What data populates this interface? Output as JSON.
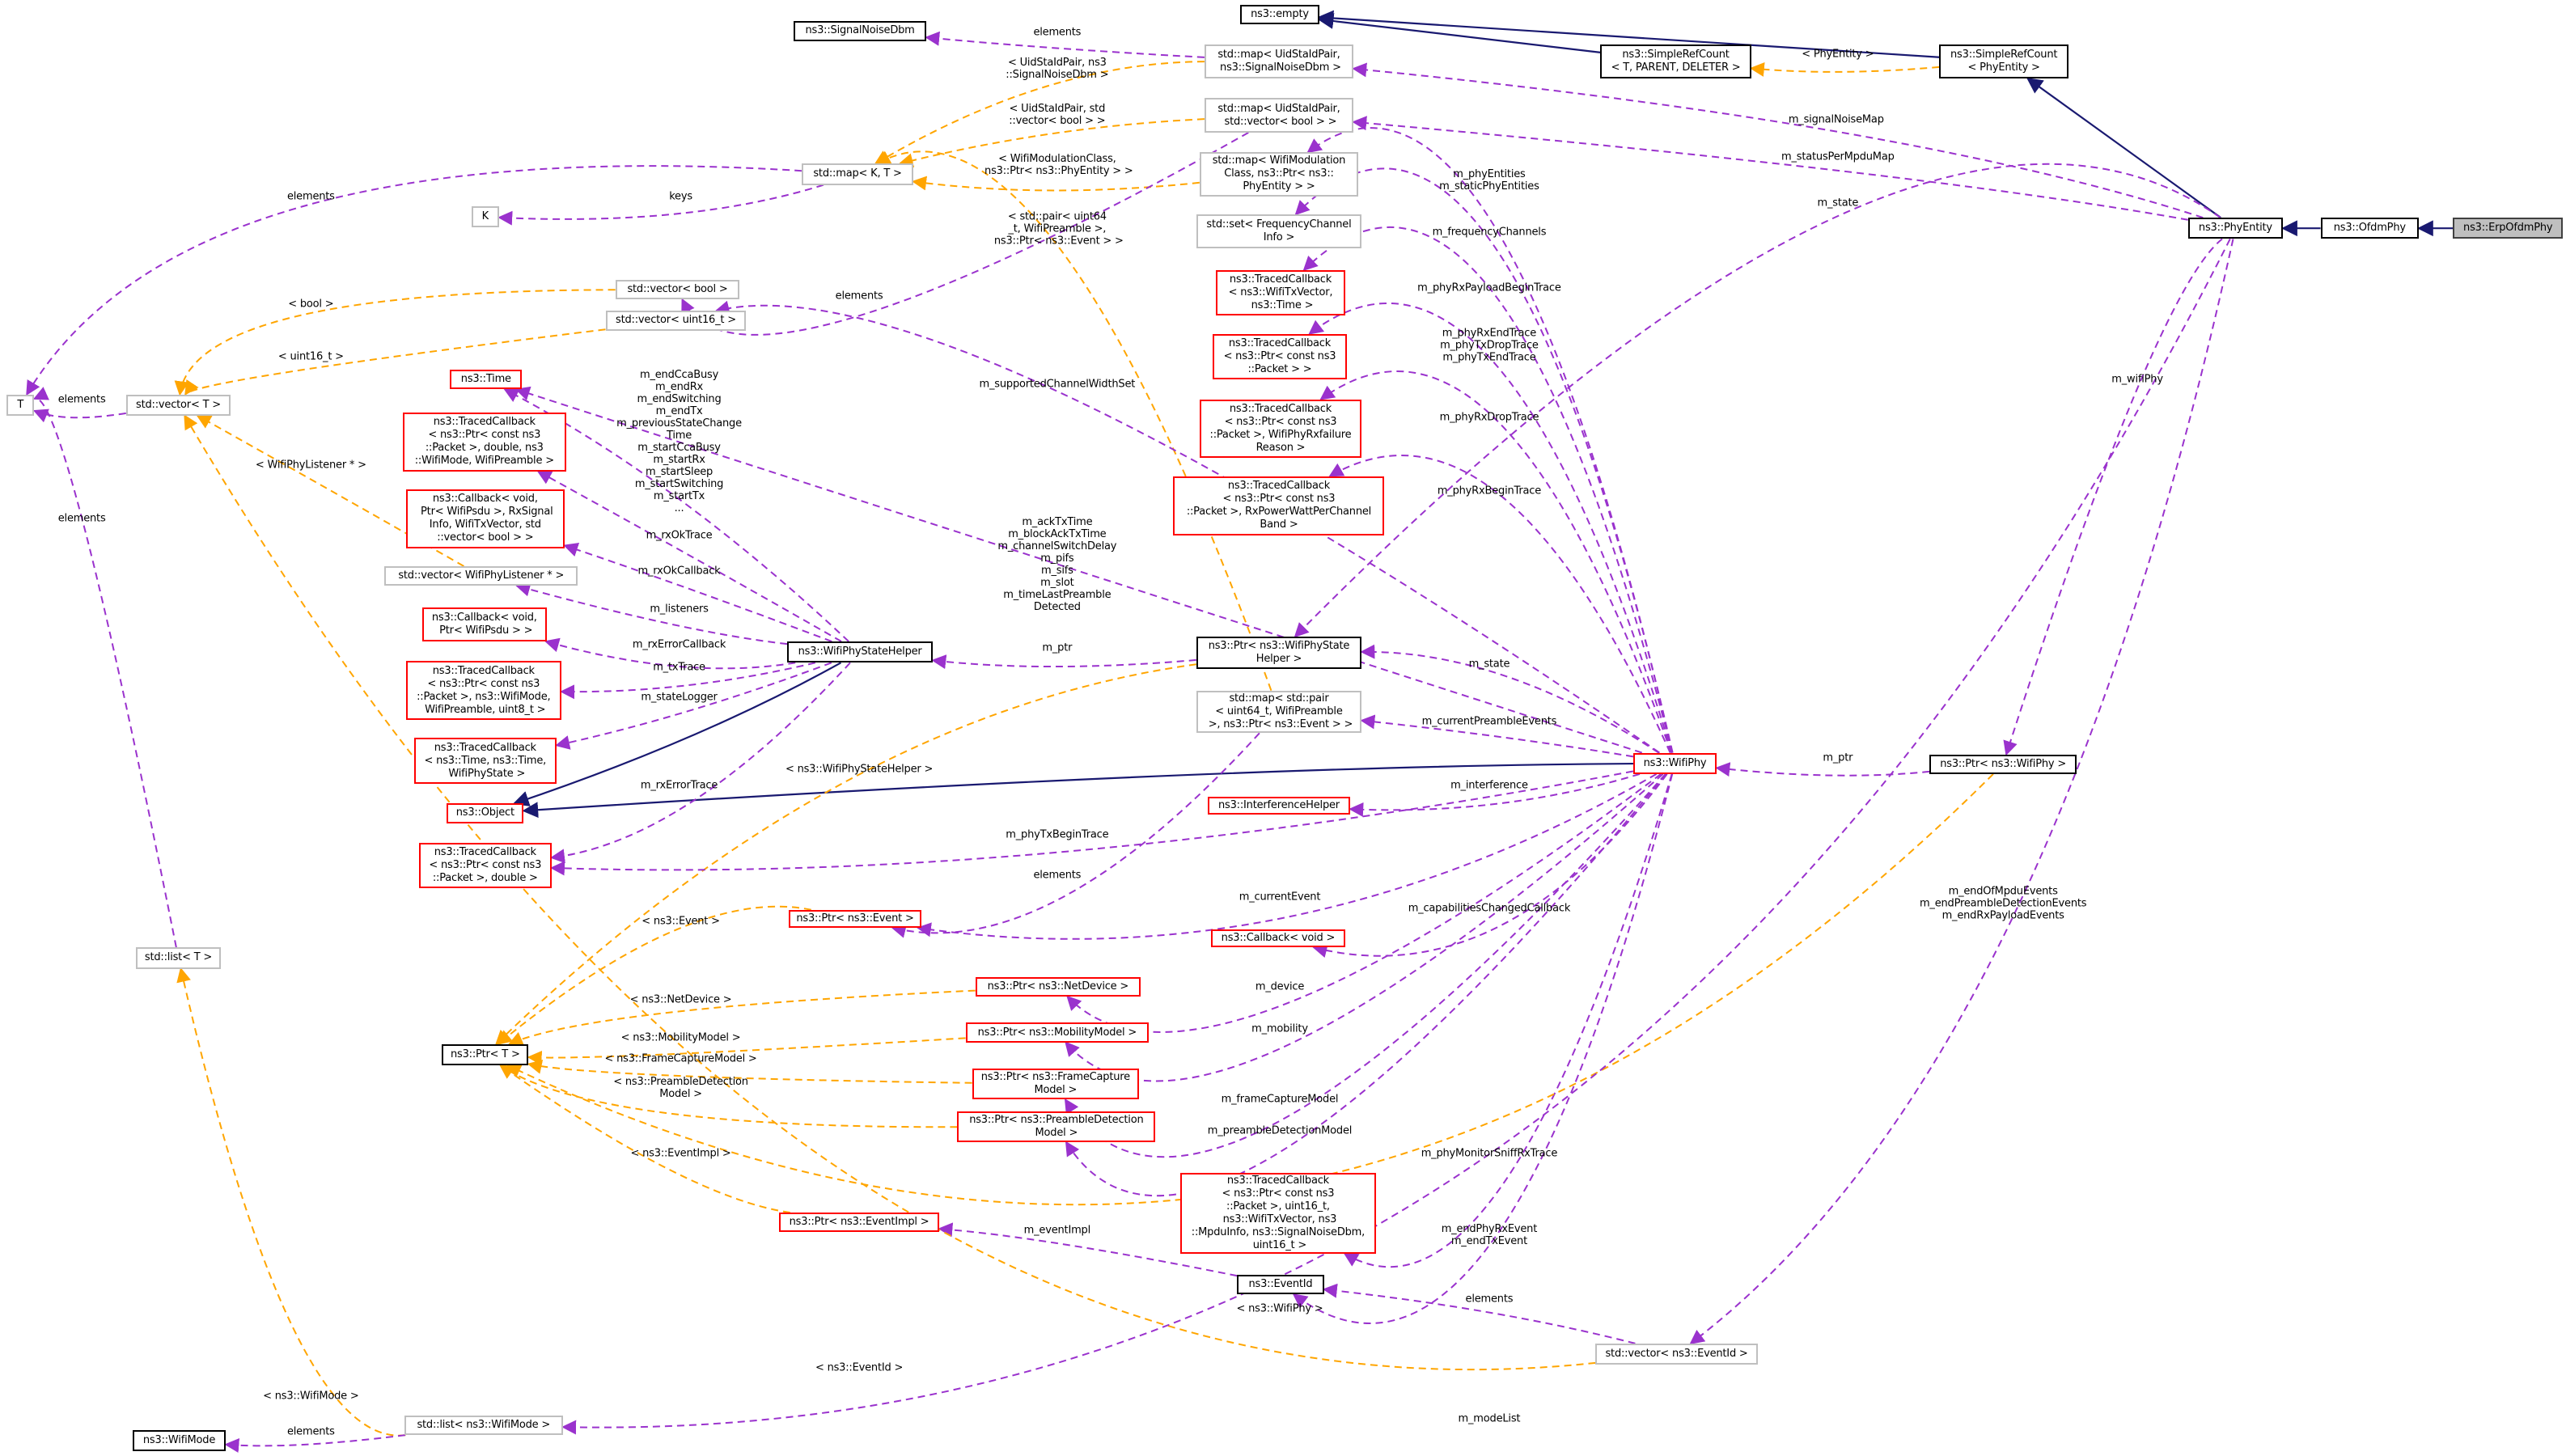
{
  "colors": {
    "inherit": "#191970",
    "member": "#9a32cd",
    "template": "#ffa500",
    "documented": "#000000",
    "undocumented": "#ff0000",
    "external": "#bfbfbf",
    "selected": "#bfbfbf"
  },
  "nodes": [
    {
      "id": "empty",
      "label": "ns3::empty",
      "style": "black"
    },
    {
      "id": "snd",
      "label": "ns3::SignalNoiseDbm",
      "style": "black"
    },
    {
      "id": "src_t",
      "label": "ns3::SimpleRefCount\n< T, PARENT, DELETER >",
      "style": "black"
    },
    {
      "id": "src_pe",
      "label": "ns3::SimpleRefCount\n< PhyEntity >",
      "style": "black"
    },
    {
      "id": "map_snd",
      "label": "std::map< UidStaIdPair,\n ns3::SignalNoiseDbm >",
      "style": "gray"
    },
    {
      "id": "map_vb",
      "label": "std::map< UidStaIdPair,\n std::vector< bool > >",
      "style": "gray"
    },
    {
      "id": "map_kt",
      "label": "std::map< K, T >",
      "style": "gray"
    },
    {
      "id": "k",
      "label": "K",
      "style": "gray"
    },
    {
      "id": "map_wmc",
      "label": "std::map< WifiModulation\nClass, ns3::Ptr< ns3::\nPhyEntity > >",
      "style": "gray"
    },
    {
      "id": "set_fci",
      "label": "std::set< FrequencyChannel\nInfo >",
      "style": "gray"
    },
    {
      "id": "tc_txv",
      "label": "ns3::TracedCallback\n< ns3::WifiTxVector,\n ns3::Time >",
      "style": "red"
    },
    {
      "id": "tc_pkt",
      "label": "ns3::TracedCallback\n< ns3::Ptr< const ns3\n::Packet > >",
      "style": "red"
    },
    {
      "id": "tc_fail",
      "label": "ns3::TracedCallback\n< ns3::Ptr< const ns3\n::Packet >, WifiPhyRxfailure\nReason >",
      "style": "red"
    },
    {
      "id": "tc_pow",
      "label": "ns3::TracedCallback\n< ns3::Ptr< const ns3\n::Packet >, RxPowerWattPerChannel\nBand >",
      "style": "red"
    },
    {
      "id": "vec_bool",
      "label": "std::vector< bool >",
      "style": "gray"
    },
    {
      "id": "vec_u16",
      "label": "std::vector< uint16_t >",
      "style": "gray"
    },
    {
      "id": "time",
      "label": "ns3::Time",
      "style": "red"
    },
    {
      "id": "t",
      "label": "T",
      "style": "gray"
    },
    {
      "id": "vec_t",
      "label": "std::vector< T >",
      "style": "gray"
    },
    {
      "id": "tc_rxok",
      "label": "ns3::TracedCallback\n< ns3::Ptr< const ns3\n::Packet >, double, ns3\n::WifiMode, WifiPreamble >",
      "style": "red"
    },
    {
      "id": "cb_rxok",
      "label": "ns3::Callback< void,\n Ptr< WifiPsdu >, RxSignal\nInfo, WifiTxVector, std\n::vector< bool > >",
      "style": "red"
    },
    {
      "id": "vec_lst",
      "label": "std::vector< WifiPhyListener * >",
      "style": "gray"
    },
    {
      "id": "cb_err",
      "label": "ns3::Callback< void,\n Ptr< WifiPsdu > >",
      "style": "red"
    },
    {
      "id": "tc_tx",
      "label": "ns3::TracedCallback\n< ns3::Ptr< const ns3\n::Packet >, ns3::WifiMode,\n WifiPreamble, uint8_t >",
      "style": "red"
    },
    {
      "id": "tc_state",
      "label": "ns3::TracedCallback\n< ns3::Time, ns3::Time,\n WifiPhyState >",
      "style": "red"
    },
    {
      "id": "object",
      "label": "ns3::Object",
      "style": "red"
    },
    {
      "id": "tc_pd",
      "label": "ns3::TracedCallback\n< ns3::Ptr< const ns3\n::Packet >, double >",
      "style": "red"
    },
    {
      "id": "wpsh",
      "label": "ns3::WifiPhyStateHelper",
      "style": "black"
    },
    {
      "id": "ptr_wpsh",
      "label": "ns3::Ptr< ns3::WifiPhyState\nHelper >",
      "style": "black"
    },
    {
      "id": "map_pair",
      "label": "std::map< std::pair\n< uint64_t, WifiPreamble\n >, ns3::Ptr< ns3::Event > >",
      "style": "gray"
    },
    {
      "id": "wifiphy",
      "label": "ns3::WifiPhy",
      "style": "red"
    },
    {
      "id": "ptr_wifiphy",
      "label": "ns3::Ptr< ns3::WifiPhy >",
      "style": "black"
    },
    {
      "id": "ih",
      "label": "ns3::InterferenceHelper",
      "style": "red"
    },
    {
      "id": "ptr_event",
      "label": "ns3::Ptr< ns3::Event >",
      "style": "red"
    },
    {
      "id": "cb_void",
      "label": "ns3::Callback< void >",
      "style": "red"
    },
    {
      "id": "ptr_nd",
      "label": "ns3::Ptr< ns3::NetDevice >",
      "style": "red"
    },
    {
      "id": "ptr_mm",
      "label": "ns3::Ptr< ns3::MobilityModel >",
      "style": "red"
    },
    {
      "id": "ptr_t",
      "label": "ns3::Ptr< T >",
      "style": "black"
    },
    {
      "id": "ptr_fcm",
      "label": "ns3::Ptr< ns3::FrameCapture\nModel >",
      "style": "red"
    },
    {
      "id": "ptr_pdm",
      "label": "ns3::Ptr< ns3::PreambleDetection\nModel >",
      "style": "red"
    },
    {
      "id": "tc_sniff",
      "label": "ns3::TracedCallback\n< ns3::Ptr< const ns3\n::Packet >, uint16_t,\n ns3::WifiTxVector, ns3\n::MpduInfo, ns3::SignalNoiseDbm,\n uint16_t >",
      "style": "red"
    },
    {
      "id": "ptr_ei",
      "label": "ns3::Ptr< ns3::EventImpl >",
      "style": "red"
    },
    {
      "id": "eventid",
      "label": "ns3::EventId",
      "style": "black"
    },
    {
      "id": "vec_eid",
      "label": "std::vector< ns3::EventId >",
      "style": "gray"
    },
    {
      "id": "list_t",
      "label": "std::list< T >",
      "style": "gray"
    },
    {
      "id": "list_wm",
      "label": "std::list< ns3::WifiMode >",
      "style": "gray"
    },
    {
      "id": "wifimode",
      "label": "ns3::WifiMode",
      "style": "black"
    },
    {
      "id": "phyentity",
      "label": "ns3::PhyEntity",
      "style": "black"
    },
    {
      "id": "ofdmphy",
      "label": "ns3::OfdmPhy",
      "style": "black"
    },
    {
      "id": "erpofdmphy",
      "label": "ns3::ErpOfdmPhy",
      "style": "selected"
    }
  ],
  "edges": [
    {
      "from": "ofdmphy",
      "to": "phyentity",
      "label": "",
      "kind": "inherit"
    },
    {
      "from": "erpofdmphy",
      "to": "ofdmphy",
      "label": "",
      "kind": "inherit"
    },
    {
      "from": "phyentity",
      "to": "src_pe",
      "label": "",
      "kind": "inherit"
    },
    {
      "from": "src_pe",
      "to": "empty",
      "label": "",
      "kind": "inherit"
    },
    {
      "from": "src_t",
      "to": "empty",
      "label": "",
      "kind": "inherit"
    },
    {
      "from": "src_pe",
      "to": "src_t",
      "label": "< PhyEntity >",
      "kind": "template"
    },
    {
      "from": "phyentity",
      "to": "map_snd",
      "label": "m_signalNoiseMap",
      "kind": "member"
    },
    {
      "from": "phyentity",
      "to": "map_vb",
      "label": "m_statusPerMpduMap",
      "kind": "member"
    },
    {
      "from": "wifiphy",
      "to": "map_wmc",
      "label": "m_phyEntities\nm_staticPhyEntities",
      "kind": "member"
    },
    {
      "from": "phyentity",
      "to": "ptr_wpsh",
      "label": "m_state",
      "kind": "member"
    },
    {
      "from": "wifiphy",
      "to": "set_fci",
      "label": "m_frequencyChannels",
      "kind": "member"
    },
    {
      "from": "wifiphy",
      "to": "tc_txv",
      "label": "m_phyRxPayloadBeginTrace",
      "kind": "member"
    },
    {
      "from": "wifiphy",
      "to": "tc_pkt",
      "label": "m_phyRxEndTrace\nm_phyTxDropTrace\nm_phyTxEndTrace",
      "kind": "member"
    },
    {
      "from": "wifiphy",
      "to": "tc_fail",
      "label": "m_phyRxDropTrace",
      "kind": "member"
    },
    {
      "from": "wifiphy",
      "to": "tc_pow",
      "label": "m_phyRxBeginTrace",
      "kind": "member"
    },
    {
      "from": "map_snd",
      "to": "snd",
      "label": "elements",
      "kind": "member"
    },
    {
      "from": "map_snd",
      "to": "map_kt",
      "label": "< UidStaIdPair, ns3\n::SignalNoiseDbm >",
      "kind": "template"
    },
    {
      "from": "map_vb",
      "to": "map_kt",
      "label": "< UidStaIdPair, std\n::vector< bool > >",
      "kind": "template"
    },
    {
      "from": "map_wmc",
      "to": "map_kt",
      "label": "< WifiModulationClass,\n ns3::Ptr< ns3::PhyEntity > >",
      "kind": "template"
    },
    {
      "from": "map_pair",
      "to": "map_kt",
      "label": "< std::pair< uint64\n_t, WifiPreamble >,\n ns3::Ptr< ns3::Event > >",
      "kind": "template"
    },
    {
      "from": "map_vb",
      "to": "vec_bool",
      "label": "elements",
      "kind": "member"
    },
    {
      "from": "map_kt",
      "to": "t",
      "label": "elements",
      "kind": "member"
    },
    {
      "from": "map_kt",
      "to": "k",
      "label": "keys",
      "kind": "member"
    },
    {
      "from": "vec_bool",
      "to": "vec_t",
      "label": "< bool >",
      "kind": "template"
    },
    {
      "from": "vec_u16",
      "to": "vec_t",
      "label": "< uint16_t >",
      "kind": "template"
    },
    {
      "from": "vec_t",
      "to": "t",
      "label": "elements",
      "kind": "member"
    },
    {
      "from": "wifiphy",
      "to": "vec_u16",
      "label": "m_supportedChannelWidthSet",
      "kind": "member"
    },
    {
      "from": "wpsh",
      "to": "time",
      "label": "m_endCcaBusy\nm_endRx\nm_endSwitching\nm_endTx\nm_previousStateChange\nTime\nm_startCcaBusy\nm_startRx\nm_startSleep\nm_startSwitching\nm_startTx\n...",
      "kind": "member"
    },
    {
      "from": "wifiphy",
      "to": "time",
      "label": "m_ackTxTime\nm_blockAckTxTime\nm_channelSwitchDelay\nm_pifs\nm_sifs\nm_slot\nm_timeLastPreamble\nDetected",
      "kind": "member"
    },
    {
      "from": "vec_lst",
      "to": "vec_t",
      "label": "< WifiPhyListener * >",
      "kind": "template"
    },
    {
      "from": "wpsh",
      "to": "tc_rxok",
      "label": "m_rxOkTrace",
      "kind": "member"
    },
    {
      "from": "wpsh",
      "to": "cb_rxok",
      "label": "m_rxOkCallback",
      "kind": "member"
    },
    {
      "from": "wpsh",
      "to": "vec_lst",
      "label": "m_listeners",
      "kind": "member"
    },
    {
      "from": "wpsh",
      "to": "cb_err",
      "label": "m_rxErrorCallback",
      "kind": "member"
    },
    {
      "from": "wpsh",
      "to": "tc_tx",
      "label": "m_txTrace",
      "kind": "member"
    },
    {
      "from": "wpsh",
      "to": "tc_state",
      "label": "m_stateLogger",
      "kind": "member"
    },
    {
      "from": "wpsh",
      "to": "object",
      "label": "",
      "kind": "inherit"
    },
    {
      "from": "wifiphy",
      "to": "object",
      "label": "",
      "kind": "inherit"
    },
    {
      "from": "wpsh",
      "to": "tc_pd",
      "label": "m_rxErrorTrace",
      "kind": "member"
    },
    {
      "from": "ptr_wpsh",
      "to": "wpsh",
      "label": "m_ptr",
      "kind": "member"
    },
    {
      "from": "ptr_wpsh",
      "to": "ptr_t",
      "label": "< ns3::WifiPhyStateHelper >",
      "kind": "template"
    },
    {
      "from": "wifiphy",
      "to": "ptr_wpsh",
      "label": "m_state",
      "kind": "member"
    },
    {
      "from": "wifiphy",
      "to": "map_pair",
      "label": "m_currentPreambleEvents",
      "kind": "member"
    },
    {
      "from": "ptr_wifiphy",
      "to": "wifiphy",
      "label": "m_ptr",
      "kind": "member"
    },
    {
      "from": "phyentity",
      "to": "ptr_wifiphy",
      "label": "m_wifiPhy",
      "kind": "member"
    },
    {
      "from": "wifiphy",
      "to": "ih",
      "label": "m_interference",
      "kind": "member"
    },
    {
      "from": "wifiphy",
      "to": "tc_pd",
      "label": "m_phyTxBeginTrace",
      "kind": "member"
    },
    {
      "from": "map_pair",
      "to": "ptr_event",
      "label": "elements",
      "kind": "member"
    },
    {
      "from": "wifiphy",
      "to": "ptr_event",
      "label": "m_currentEvent",
      "kind": "member"
    },
    {
      "from": "wifiphy",
      "to": "cb_void",
      "label": "m_capabilitiesChangedCallback",
      "kind": "member"
    },
    {
      "from": "ptr_event",
      "to": "ptr_t",
      "label": "< ns3::Event >",
      "kind": "template"
    },
    {
      "from": "wifiphy",
      "to": "ptr_nd",
      "label": "m_device",
      "kind": "member"
    },
    {
      "from": "ptr_nd",
      "to": "ptr_t",
      "label": "< ns3::NetDevice >",
      "kind": "template"
    },
    {
      "from": "wifiphy",
      "to": "ptr_mm",
      "label": "m_mobility",
      "kind": "member"
    },
    {
      "from": "ptr_mm",
      "to": "ptr_t",
      "label": "< ns3::MobilityModel >",
      "kind": "template"
    },
    {
      "from": "ptr_fcm",
      "to": "ptr_t",
      "label": "< ns3::FrameCaptureModel >",
      "kind": "template"
    },
    {
      "from": "wifiphy",
      "to": "ptr_fcm",
      "label": "m_frameCaptureModel",
      "kind": "member"
    },
    {
      "from": "ptr_pdm",
      "to": "ptr_t",
      "label": "< ns3::PreambleDetection\nModel >",
      "kind": "template"
    },
    {
      "from": "wifiphy",
      "to": "ptr_pdm",
      "label": "m_preambleDetectionModel",
      "kind": "member"
    },
    {
      "from": "wifiphy",
      "to": "tc_sniff",
      "label": "m_phyMonitorSniffRxTrace",
      "kind": "member"
    },
    {
      "from": "ptr_ei",
      "to": "ptr_t",
      "label": "< ns3::EventImpl >",
      "kind": "template"
    },
    {
      "from": "eventid",
      "to": "ptr_ei",
      "label": "m_eventImpl",
      "kind": "member"
    },
    {
      "from": "wifiphy",
      "to": "eventid",
      "label": "m_endPhyRxEvent\nm_endTxEvent",
      "kind": "member"
    },
    {
      "from": "vec_eid",
      "to": "eventid",
      "label": "elements",
      "kind": "member"
    },
    {
      "from": "ptr_wifiphy",
      "to": "ptr_t",
      "label": "< ns3::WifiPhy >",
      "kind": "template"
    },
    {
      "from": "vec_eid",
      "to": "vec_t",
      "label": "< ns3::EventId >",
      "kind": "template"
    },
    {
      "from": "phyentity",
      "to": "vec_eid",
      "label": "m_endOfMpduEvents\nm_endPreambleDetectionEvents\nm_endRxPayloadEvents",
      "kind": "member"
    },
    {
      "from": "list_wm",
      "to": "list_t",
      "label": "< ns3::WifiMode >",
      "kind": "template"
    },
    {
      "from": "list_wm",
      "to": "wifimode",
      "label": "elements",
      "kind": "member"
    },
    {
      "from": "list_t",
      "to": "t",
      "label": "elements",
      "kind": "member"
    },
    {
      "from": "phyentity",
      "to": "list_wm",
      "label": "m_modeList",
      "kind": "member"
    }
  ]
}
